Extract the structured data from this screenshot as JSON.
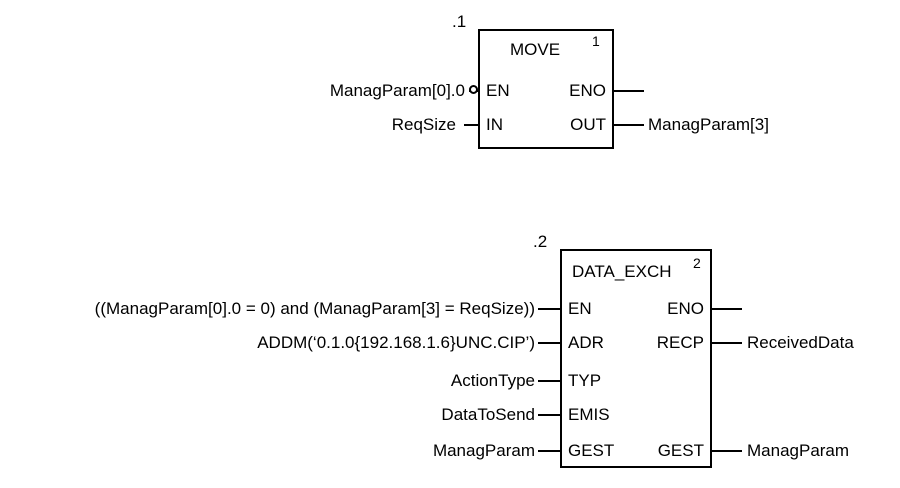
{
  "diagram": {
    "type": "function-block-diagram",
    "background_color": "#ffffff",
    "line_color": "#000000",
    "blocks": [
      {
        "rung_label": ".1",
        "name": "MOVE",
        "exec_number": "1",
        "inputs": [
          {
            "pin": "EN",
            "operand": "ManagParam[0].0",
            "negated": true
          },
          {
            "pin": "IN",
            "operand": "ReqSize",
            "negated": false
          }
        ],
        "outputs": [
          {
            "pin": "ENO",
            "operand": ""
          },
          {
            "pin": "OUT",
            "operand": "ManagParam[3]"
          }
        ]
      },
      {
        "rung_label": ".2",
        "name": "DATA_EXCH",
        "exec_number": "2",
        "inputs": [
          {
            "pin": "EN",
            "operand": "((ManagParam[0].0 = 0) and (ManagParam[3] = ReqSize))",
            "negated": false
          },
          {
            "pin": "ADR",
            "operand": "ADDM(‘0.1.0{192.168.1.6}UNC.CIP’)",
            "negated": false
          },
          {
            "pin": "TYP",
            "operand": "ActionType",
            "negated": false
          },
          {
            "pin": "EMIS",
            "operand": "DataToSend",
            "negated": false
          },
          {
            "pin": "GEST",
            "operand": "ManagParam",
            "negated": false
          }
        ],
        "outputs": [
          {
            "pin": "ENO",
            "operand": ""
          },
          {
            "pin": "RECP",
            "operand": "ReceivedData"
          },
          {
            "pin": "GEST",
            "operand": "ManagParam"
          }
        ]
      }
    ]
  }
}
